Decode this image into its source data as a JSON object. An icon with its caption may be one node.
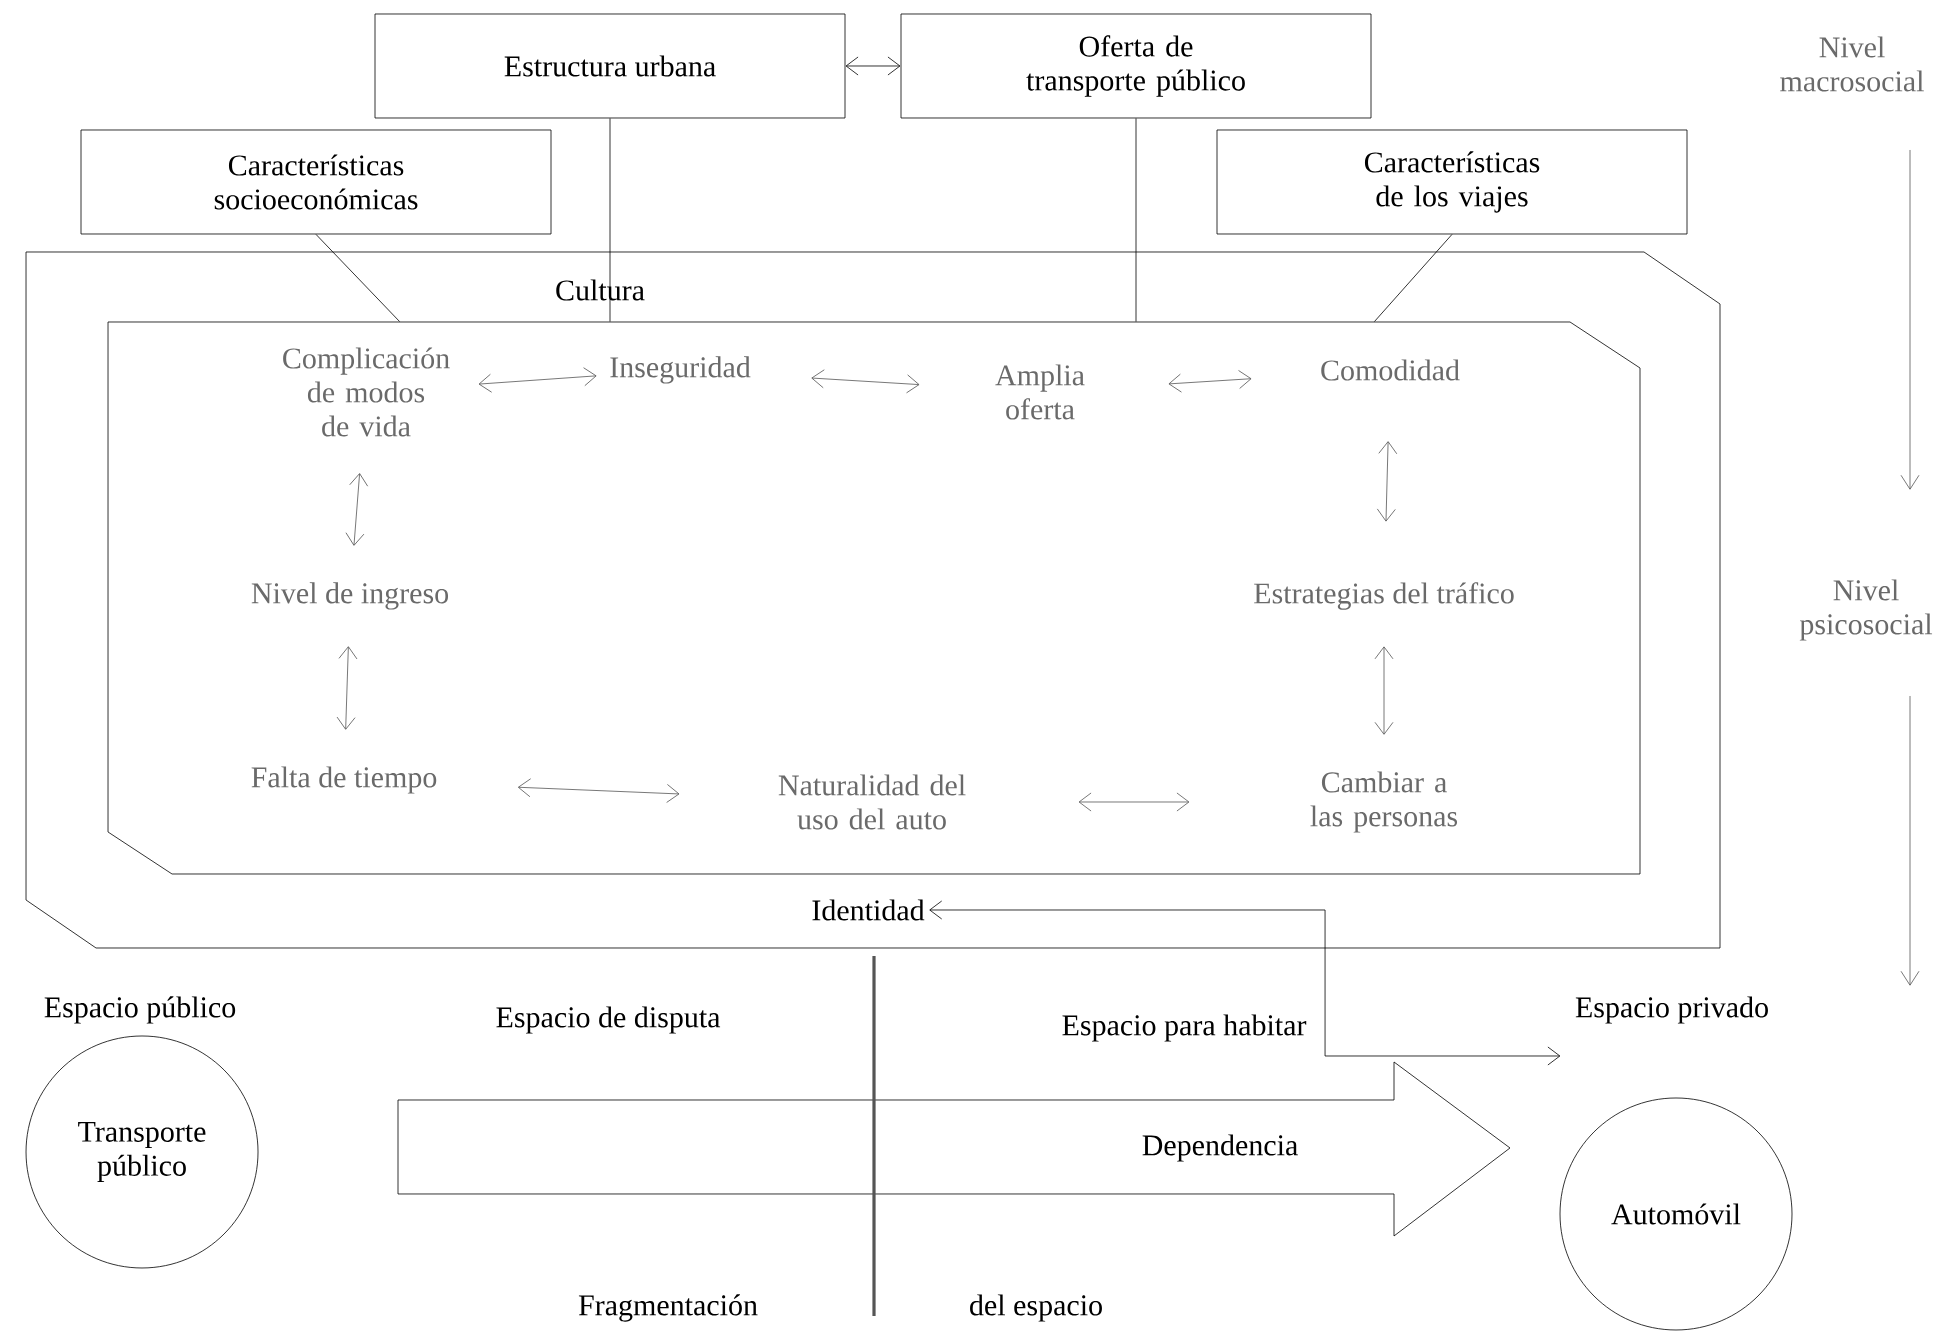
{
  "diagram": {
    "nodes": [
      {
        "text": [
          "Estructura urbana"
        ]
      },
      {
        "text": [
          "Oferta de transporte público"
        ]
      },
      {
        "text": [
          "Características socioeconómicas"
        ]
      },
      {
        "text": [
          "Características de los viajes"
        ]
      },
      {
        "text": [
          "Cultura"
        ]
      },
      {
        "text": [],
        "shape": "box",
        "in": 4
      },
      {
        "text": [
          "Complicación de modos de vida"
        ],
        "in": 5
      },
      {
        "text": [
          "Inseguridad"
        ],
        "in": 5
      },
      {
        "text": [
          "Amplia oferta"
        ],
        "in": 5
      },
      {
        "text": [
          "Comodidad"
        ],
        "in": 5
      },
      {
        "text": [
          "Nivel de ingreso"
        ],
        "in": 5
      },
      {
        "text": [
          "Estrategias del tráfico"
        ],
        "in": 5
      },
      {
        "text": [
          "Falta de tiempo"
        ],
        "in": 5
      },
      {
        "text": [
          "Naturalidad del uso del auto"
        ],
        "in": 5
      },
      {
        "text": [
          "Cambiar a las personas"
        ],
        "in": 5
      },
      {
        "text": [
          "Identidad"
        ],
        "in": 4
      },
      {
        "text": [
          "Transporte público"
        ]
      },
      {
        "text": [
          "Dependencia"
        ]
      },
      {
        "text": [
          "Automóvil"
        ]
      },
      {
        "text": [
          "Espacio privado"
        ]
      }
    ],
    "edges": [
      {
        "from": 0,
        "to": 1,
        "arrow": "both"
      },
      {
        "from": 2,
        "to": 5,
        "arrow": "none"
      },
      {
        "from": 0,
        "to": 5,
        "arrow": "none"
      },
      {
        "from": 1,
        "to": 5,
        "arrow": "none"
      },
      {
        "from": 3,
        "to": 5,
        "arrow": "none"
      },
      {
        "from": 6,
        "to": 7,
        "arrow": "both"
      },
      {
        "from": 7,
        "to": 8,
        "arrow": "both"
      },
      {
        "from": 8,
        "to": 9,
        "arrow": "both"
      },
      {
        "from": 6,
        "to": 10,
        "arrow": "both"
      },
      {
        "from": 10,
        "to": 12,
        "arrow": "both"
      },
      {
        "from": 9,
        "to": 11,
        "arrow": "both"
      },
      {
        "from": 11,
        "to": 14,
        "arrow": "both"
      },
      {
        "from": 12,
        "to": 13,
        "arrow": "both"
      },
      {
        "from": 13,
        "to": 14,
        "arrow": "both"
      },
      {
        "from": 15,
        "to": 19,
        "arrow": "both"
      }
    ],
    "labels": [
      "Nivel macrosocial",
      "Nivel psicosocial",
      "Espacio público",
      "Espacio de disputa",
      "Espacio para habitar",
      "Fragmentación",
      "del espacio"
    ]
  }
}
